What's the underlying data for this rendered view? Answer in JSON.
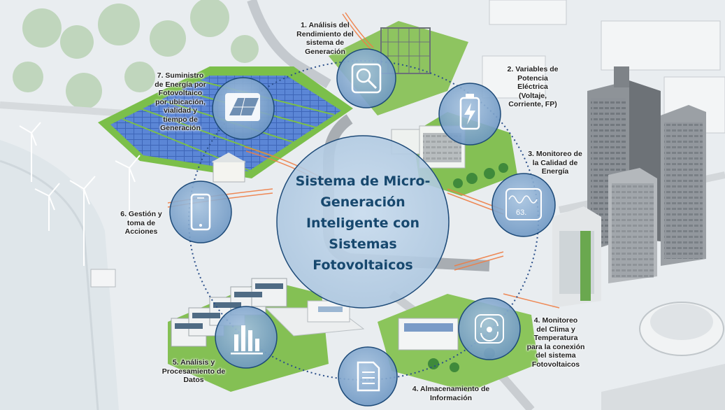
{
  "diagram": {
    "center_title": "Sistema de Micro-\nGeneración\nInteligente con\nSistemas\nFotovoltaicos",
    "nodes": [
      {
        "id": "analisis-rendimiento",
        "icon": "magnifier-icon",
        "label": "1. Análisis del\nRendimiento del\nsistema de\nGeneración"
      },
      {
        "id": "variables-potencia",
        "icon": "battery-charge-icon",
        "label": "2. Variables de\nPotencia\nEléctrica\n(Voltaje,\nCorriente, FP)"
      },
      {
        "id": "calidad-energia",
        "icon": "waveform-gauge-icon",
        "label": "3. Monitoreo de\nla Calidad de\nEnergía",
        "icon_text": "63."
      },
      {
        "id": "clima-temperatura",
        "icon": "weather-cycle-icon",
        "label": "4. Monitoreo\ndel Clima y\nTemperatura\npara la conexión\ndel sistema\nFotovoltaicos"
      },
      {
        "id": "almacenamiento",
        "icon": "document-icon",
        "label": "4. Almacenamiento de\nInformación"
      },
      {
        "id": "analisis-datos",
        "icon": "bar-chart-icon",
        "label": "5. Análisis y\nProcesamiento de\nDatos"
      },
      {
        "id": "gestion-acciones",
        "icon": "smartphone-icon",
        "label": "6. Gestión y\ntoma de\nAcciones"
      },
      {
        "id": "suministro-energia",
        "icon": "solar-panel-icon",
        "label": "7. Suministro\nde Energía por\nFotovoltaico\npor ubicación,\nvialidad y\ntiempo de\nGeneración"
      }
    ]
  },
  "colors": {
    "circle_fill": "#8fb3d4",
    "circle_stroke": "#1d4a78",
    "title": "#17486e",
    "dotted_ring": "#2b4f8a",
    "grass": "#7bbf4a",
    "road": "#a3a8ad",
    "power_line": "#ef7e45"
  }
}
